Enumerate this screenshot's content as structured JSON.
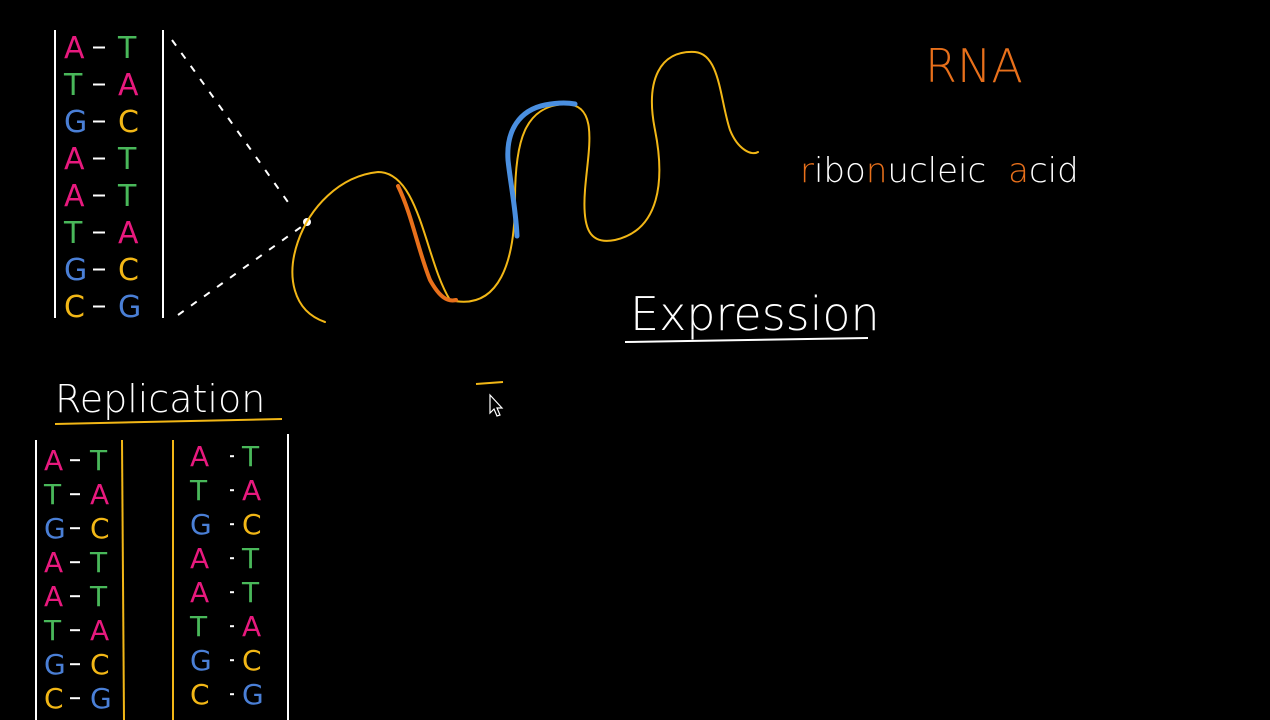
{
  "colors": {
    "background": "#000000",
    "A": "#e8197e",
    "T": "#49b85a",
    "G": "#4a7fd6",
    "C": "#f2b716",
    "strand": "#f2b716",
    "highlight_orange": "#e8701b",
    "highlight_blue": "#4a8fe0",
    "chalk": "#ffffff",
    "rna_title": "#e8701b"
  },
  "dna_pairs": [
    {
      "left": "A",
      "right": "T"
    },
    {
      "left": "T",
      "right": "A"
    },
    {
      "left": "G",
      "right": "C"
    },
    {
      "left": "A",
      "right": "T"
    },
    {
      "left": "A",
      "right": "T"
    },
    {
      "left": "T",
      "right": "A"
    },
    {
      "left": "G",
      "right": "C"
    },
    {
      "left": "C",
      "right": "G"
    }
  ],
  "replica_pairs": [
    {
      "left": "A",
      "right": "T"
    },
    {
      "left": "T",
      "right": "A"
    },
    {
      "left": "G",
      "right": "C"
    },
    {
      "left": "A",
      "right": "T"
    },
    {
      "left": "A",
      "right": "T"
    },
    {
      "left": "T",
      "right": "A"
    },
    {
      "left": "G",
      "right": "C"
    },
    {
      "left": "C",
      "right": "G"
    }
  ],
  "rna_title": "RNA",
  "rna_name": {
    "r": "r",
    "ibo": "ibo",
    "n": "n",
    "ucleic": "ucleic",
    "a": "a",
    "cid": "cid"
  },
  "expression_label": "Expression",
  "replication_label": "Replication",
  "icons": [
    "pointer-cursor-icon"
  ]
}
